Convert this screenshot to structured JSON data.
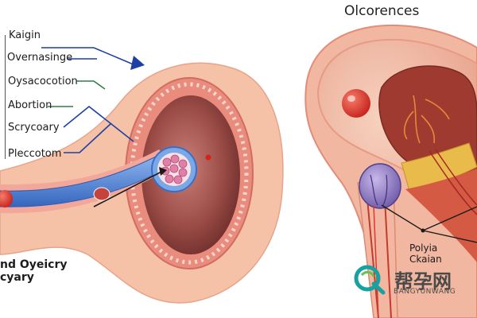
{
  "title": "Olcorences",
  "left_labels": [
    "Kaigin",
    "Overnasinge",
    "Oysacocotion",
    "Abortion",
    "Scrycoary",
    "Pleccotom"
  ],
  "bottom_left_label": {
    "line1": "nd Oyeicry",
    "line2": "cyary"
  },
  "bottom_right_label": {
    "line1": "Polyia",
    "line2": "Ckaian"
  },
  "watermark": {
    "cn": "帮孕网",
    "en": "BANGYUNWANG"
  },
  "icons": [
    "watermark-logo-icon"
  ],
  "colors": {
    "tissue": "#f5c2a7",
    "uterus_wall": "#e98b7d",
    "cavity": "#9b4a43",
    "tube": "#4f86d9",
    "label_line_blue": "#1d3fa6",
    "label_line_green": "#2f7d4a"
  }
}
